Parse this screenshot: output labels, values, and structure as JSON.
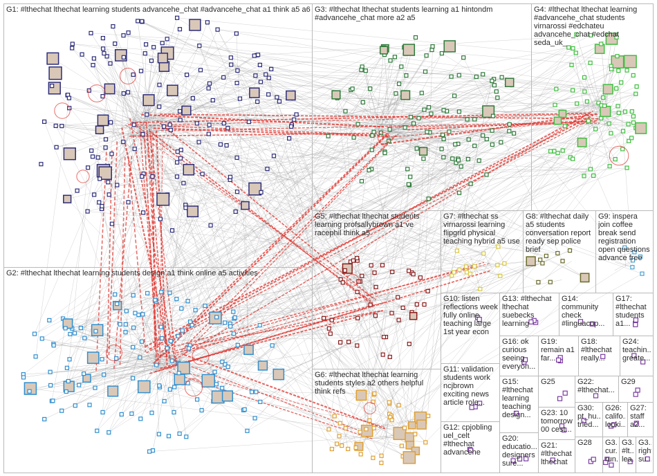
{
  "colors": {
    "edge_gray": "#9a9a9a",
    "edge_red": "#e0302a",
    "g1_node": "#2c2c7a",
    "g2_node": "#2f8fd0",
    "g3_node": "#2e7a3a",
    "g4_node": "#3fbf3f",
    "g5_node": "#8a1c1c",
    "g6_node": "#e0a030",
    "g7_node": "#d8c83a",
    "g8_node": "#6a6a2a",
    "g9_node": "#4aa0d0",
    "small_node": "#7a3aa0"
  },
  "groups": [
    {
      "id": "G1",
      "label": "G1: #lthechat lthechat learning students advancehe_chat #advancehe_chat a1 think a5 a6"
    },
    {
      "id": "G2",
      "label": "G2: #lthechat lthechat learning students design a1 think online a5 activities"
    },
    {
      "id": "G3",
      "label": "G3: #lthechat lthechat students learning a1 hintondm #advancehe_chat more a2 a5"
    },
    {
      "id": "G4",
      "label": "G4: #lthechat lthechat learning #advancehe_chat students virnarossi #edchateu advancehe_chat #edchat seda_uk_"
    },
    {
      "id": "G5",
      "label": "G5: #lthechat lthechat students learning profsallybrown a1 ve racephil think a5"
    },
    {
      "id": "G6",
      "label": "G6: #lthechat lthechat learning students styles a2 others helpful think refs"
    },
    {
      "id": "G7",
      "label": "G7: #lthechat ss virnarossi learning flipgrid physical teaching hybrid a5 use"
    },
    {
      "id": "G8",
      "label": "G8: #lthechat daily a5 students conversation report ready sep police brief"
    },
    {
      "id": "G9",
      "label": "G9: inspera join coffee break send registration open questions advance free"
    },
    {
      "id": "G10",
      "label": "G10: listen reflections week fully online teaching large 1st year econ"
    },
    {
      "id": "G11",
      "label": "G11: validation students work ncjbrown exciting news article role..."
    },
    {
      "id": "G12",
      "label": "G12: cpjobling uel_celt #lthechat advancehe"
    },
    {
      "id": "G13",
      "label": "G13: #lthechat lthechat suebecks learning"
    },
    {
      "id": "G14",
      "label": "G14: community check #linguacop..."
    },
    {
      "id": "G15",
      "label": "G15: #lthechat learning teaching design..."
    },
    {
      "id": "G16",
      "label": "G16: ok curious seeing everyon..."
    },
    {
      "id": "G17",
      "label": "G17: #lthechat students a1..."
    },
    {
      "id": "G18",
      "label": "G18: #lthechat really..."
    },
    {
      "id": "G19",
      "label": "G19: remain a1 far..."
    },
    {
      "id": "G20",
      "label": "G20: educatio... designers sure..."
    },
    {
      "id": "G21",
      "label": "G21: #lthechat lthechat"
    },
    {
      "id": "G22",
      "label": "G22: #lthechat..."
    },
    {
      "id": "G23",
      "label": "G23: 10 tomorrow 00 cest..."
    },
    {
      "id": "G24",
      "label": "G24: teachin... greate..."
    },
    {
      "id": "G25",
      "label": "G25"
    },
    {
      "id": "G26",
      "label": "G26: califo... looki..."
    },
    {
      "id": "G27",
      "label": "G27: staff a2..."
    },
    {
      "id": "G28",
      "label": "G28"
    },
    {
      "id": "G29",
      "label": "G29"
    },
    {
      "id": "G30",
      "label": "G30: pt_hu... tried..."
    },
    {
      "id": "G31",
      "label": "G3... cur... run..."
    },
    {
      "id": "G32",
      "label": "G3... #lt... lea..."
    },
    {
      "id": "G33",
      "label": "G3... right su..."
    }
  ]
}
